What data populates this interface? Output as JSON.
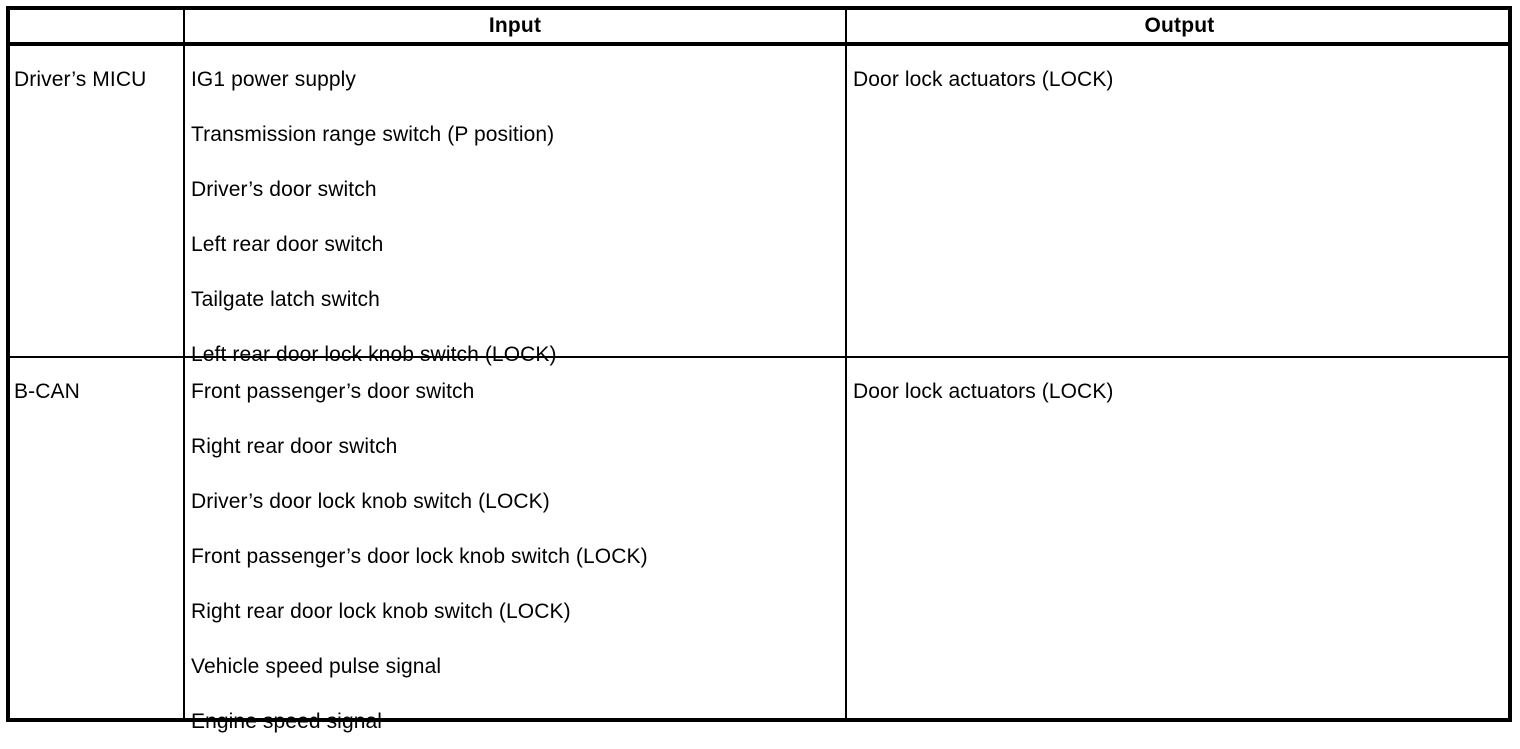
{
  "table": {
    "headers": {
      "corner": "",
      "input": "Input",
      "output": "Output"
    },
    "rows": [
      {
        "system": "Driver’s MICU",
        "inputs": [
          "IG1 power supply",
          "Transmission range switch (P position)",
          "Driver’s door switch",
          "Left rear door switch",
          "Tailgate latch switch",
          "Left rear door lock knob switch (LOCK)"
        ],
        "outputs": [
          "Door lock actuators (LOCK)"
        ]
      },
      {
        "system": "B-CAN",
        "inputs": [
          "Front passenger’s door switch",
          "Right rear door switch",
          "Driver’s door lock knob switch (LOCK)",
          "Front passenger’s door lock knob switch (LOCK)",
          "Right rear door lock knob switch (LOCK)",
          "Vehicle speed pulse signal",
          "Engine speed signal"
        ],
        "outputs": [
          "Door lock actuators (LOCK)"
        ]
      }
    ]
  },
  "colors": {
    "border": "#000000",
    "text": "#000000",
    "background": "#ffffff"
  }
}
